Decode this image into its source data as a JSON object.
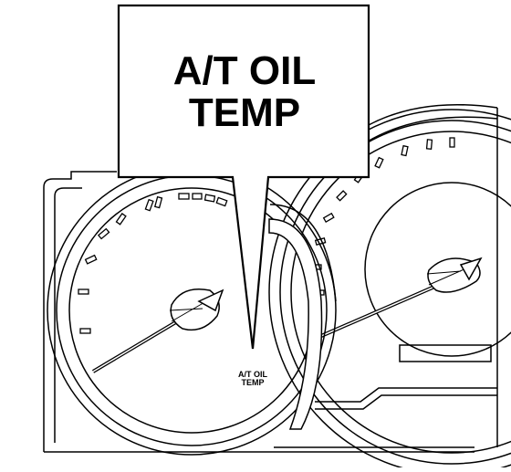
{
  "callout": {
    "line1": "A/T OIL",
    "line2": "TEMP"
  },
  "indicator": {
    "line1": "A/T OIL",
    "line2": "TEMP"
  },
  "colors": {
    "ink": "#000000",
    "paper": "#ffffff"
  }
}
